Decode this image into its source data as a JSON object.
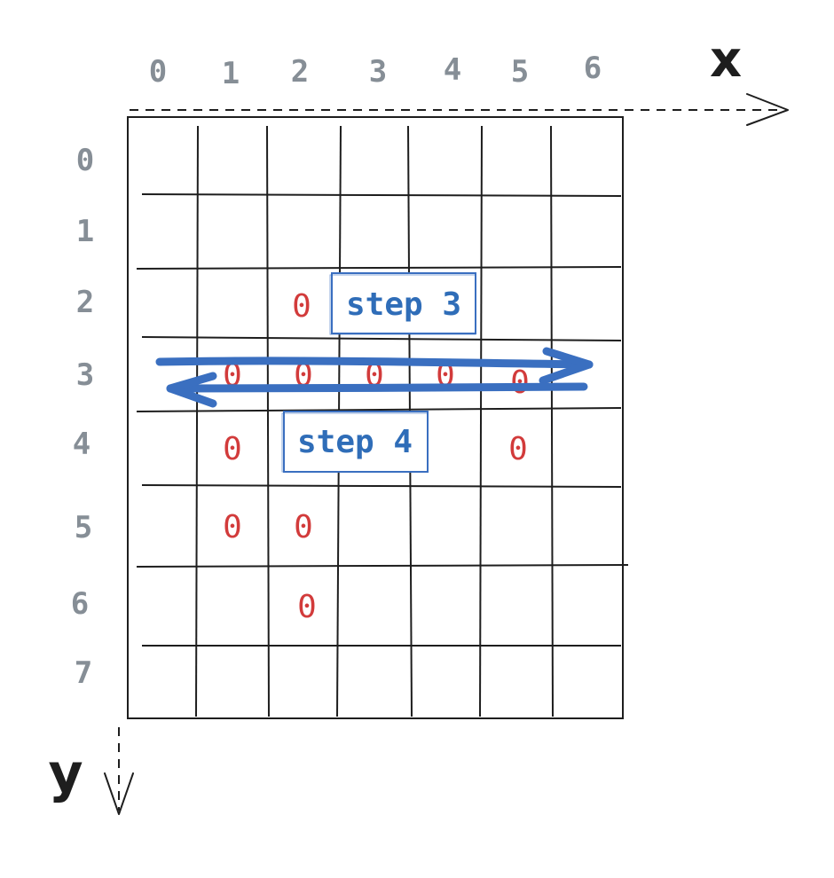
{
  "axes": {
    "x_title": "x",
    "y_title": "y",
    "x_ticks": [
      "0",
      "1",
      "2",
      "3",
      "4",
      "5",
      "6"
    ],
    "y_ticks": [
      "0",
      "1",
      "2",
      "3",
      "4",
      "5",
      "6",
      "7"
    ]
  },
  "grid": {
    "columns": 7,
    "rows": 8
  },
  "marks": [
    {
      "text": "0",
      "x": 2,
      "y": 2
    },
    {
      "text": "0",
      "x": 1,
      "y": 3
    },
    {
      "text": "0",
      "x": 2,
      "y": 3
    },
    {
      "text": "0",
      "x": 3,
      "y": 3
    },
    {
      "text": "0",
      "x": 4,
      "y": 3
    },
    {
      "text": "0",
      "x": 5,
      "y": 3
    },
    {
      "text": "0",
      "x": 1,
      "y": 4
    },
    {
      "text": "0",
      "x": 5,
      "y": 4
    },
    {
      "text": "0",
      "x": 1,
      "y": 5
    },
    {
      "text": "0",
      "x": 2,
      "y": 5
    },
    {
      "text": "0",
      "x": 2,
      "y": 6
    }
  ],
  "steps": [
    {
      "label": "step 3",
      "direction": "right",
      "row": 3
    },
    {
      "label": "step 4",
      "direction": "left",
      "row": 3
    }
  ],
  "colors": {
    "grid": "#1e1e1e",
    "tick": "#868e96",
    "mark": "#d23b3b",
    "step": "#2f6db8"
  }
}
